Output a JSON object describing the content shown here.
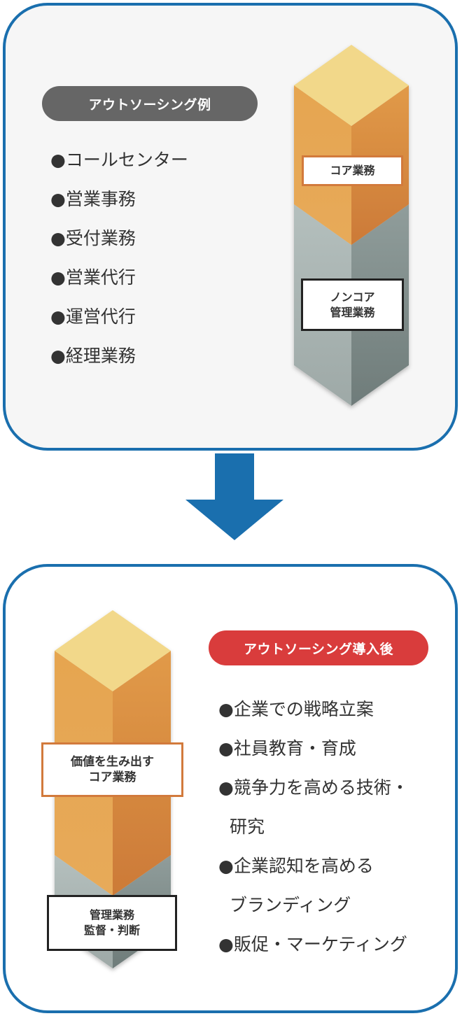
{
  "before": {
    "badge": "アウトソーシング例",
    "items": [
      "●コールセンター",
      "●営業事務",
      "●受付業務",
      "●営業代行",
      "●運営代行",
      "●経理業務"
    ],
    "pillar": {
      "core_label": "コア業務",
      "noncore_label_line1": "ノンコア",
      "noncore_label_line2": "管理業務"
    }
  },
  "after": {
    "badge": "アウトソーシング導入後",
    "items": [
      {
        "line1": "●企業での戦略立案",
        "line2": ""
      },
      {
        "line1": "●社員教育・育成",
        "line2": ""
      },
      {
        "line1": "●競争力を高める技術・",
        "line2": "研究"
      },
      {
        "line1": "●企業認知を高める",
        "line2": "ブランディング"
      },
      {
        "line1": "●販促・マーケティング",
        "line2": ""
      }
    ],
    "pillar": {
      "core_label_line1": "価値を生み出す",
      "core_label_line2": "コア業務",
      "noncore_label_line1": "管理業務",
      "noncore_label_line2": "監督・判断"
    }
  },
  "colors": {
    "border": "#1a6fae",
    "arrow": "#1a6fae",
    "badge_before": "#666666",
    "badge_after": "#d93c3c",
    "pillar_top": "#f2d88a",
    "pillar_orange_left": "#e4a550",
    "pillar_orange_right": "#d2843f",
    "pillar_gray_left": "#a9b5b3",
    "pillar_gray_right": "#7e8b89",
    "core_border": "#d27a3c",
    "noncore_border": "#222222"
  }
}
